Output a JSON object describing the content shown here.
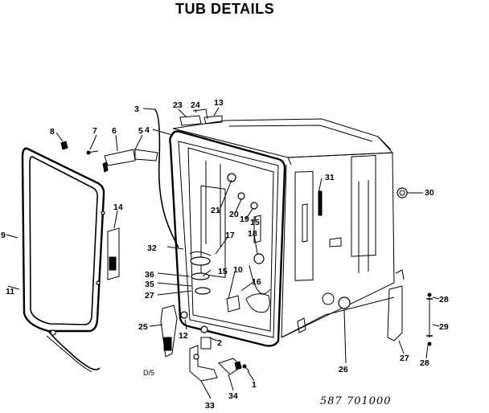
{
  "title": "TUB DETAILS",
  "code": "D/5",
  "model_number": "587 701000",
  "parts": [
    {
      "num": "1"
    },
    {
      "num": "2"
    },
    {
      "num": "3"
    },
    {
      "num": "4"
    },
    {
      "num": "5"
    },
    {
      "num": "6"
    },
    {
      "num": "7"
    },
    {
      "num": "8"
    },
    {
      "num": "9"
    },
    {
      "num": "10"
    },
    {
      "num": "11"
    },
    {
      "num": "12"
    },
    {
      "num": "13"
    },
    {
      "num": "14"
    },
    {
      "num": "15"
    },
    {
      "num": "16"
    },
    {
      "num": "17"
    },
    {
      "num": "18"
    },
    {
      "num": "19"
    },
    {
      "num": "20"
    },
    {
      "num": "21"
    },
    {
      "num": "23"
    },
    {
      "num": "24"
    },
    {
      "num": "25"
    },
    {
      "num": "26"
    },
    {
      "num": "27"
    },
    {
      "num": "28"
    },
    {
      "num": "29"
    },
    {
      "num": "30"
    },
    {
      "num": "31"
    },
    {
      "num": "32"
    },
    {
      "num": "33"
    },
    {
      "num": "34"
    },
    {
      "num": "35"
    },
    {
      "num": "36"
    }
  ]
}
